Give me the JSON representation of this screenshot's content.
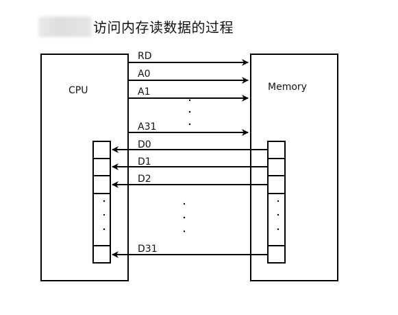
{
  "title": "访问内存读数据的过程",
  "cpu_label": "CPU",
  "memory_label": "Memory",
  "control_signals": [
    "RD"
  ],
  "address_lines": [
    "A0",
    "A1",
    "A31"
  ],
  "data_lines": [
    "D0",
    "D1",
    "D2",
    "D31"
  ],
  "gap_marker": ". . ."
}
